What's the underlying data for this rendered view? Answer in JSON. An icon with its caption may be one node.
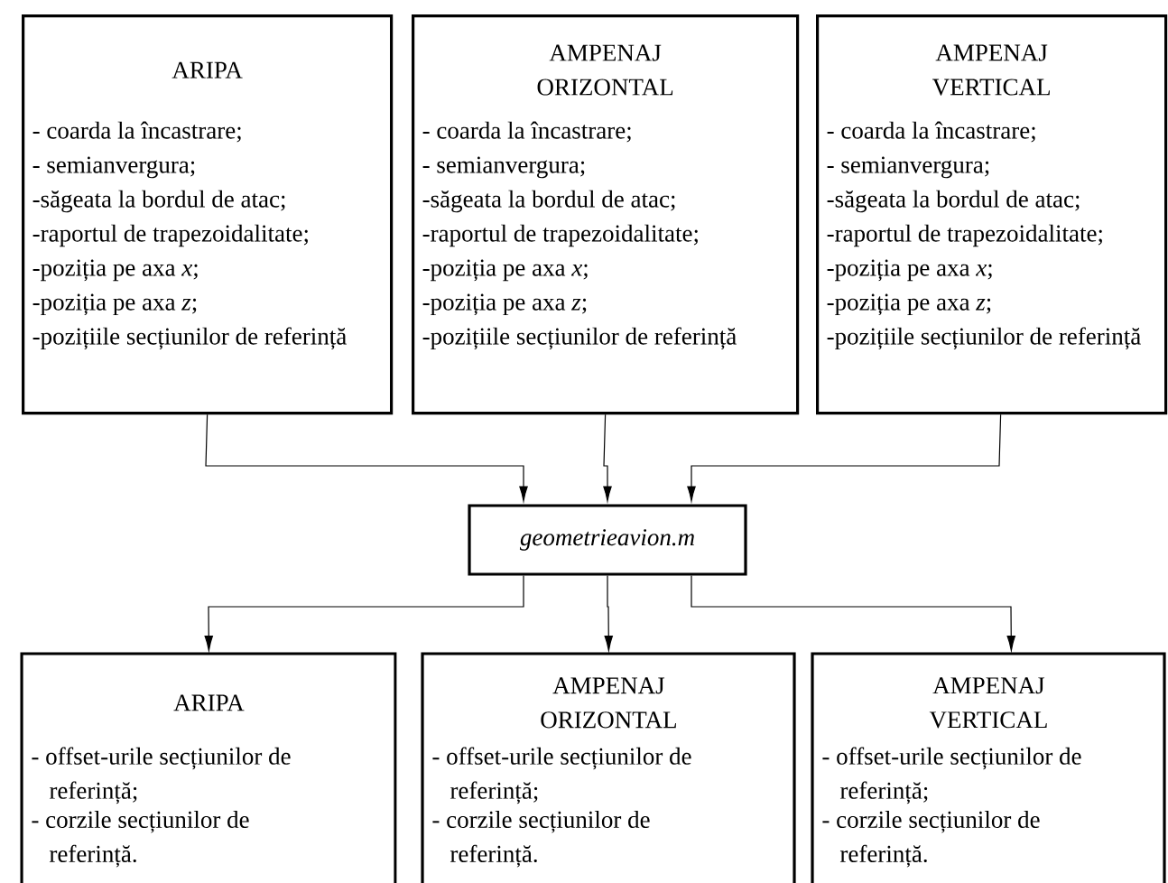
{
  "diagram": {
    "nodes": [
      {
        "text": [
          "ARIPA",
          "- coarda la încastrare;",
          "- semianvergura;",
          "-săgeata la bordul de atac;",
          "-raportul de trapezoidalitate;",
          "-poziția pe axa *x*;",
          "-poziția pe axa *z*;",
          "-pozițiile secțiunilor de referință"
        ]
      },
      {
        "text": [
          "AMPENAJ ORIZONTAL",
          "- coarda la încastrare;",
          "- semianvergura;",
          "-săgeata la bordul de atac;",
          "-raportul de trapezoidalitate;",
          "-poziția pe axa *x*;",
          "-poziția pe axa *z*;",
          "-pozițiile secțiunilor de referință"
        ]
      },
      {
        "text": [
          "AMPENAJ VERTICAL",
          "- coarda la încastrare;",
          "- semianvergura;",
          "-săgeata la bordul de atac;",
          "-raportul de trapezoidalitate;",
          "-poziția pe axa *x*;",
          "-poziția pe axa *z*;",
          "-pozițiile secțiunilor de referință"
        ]
      },
      {
        "text": [
          "geometrieavion.m"
        ]
      },
      {
        "text": [
          "ARIPA",
          "- offset-urile secțiunilor de referință;",
          "- corzile secțiunilor de referință."
        ]
      },
      {
        "text": [
          "AMPENAJ ORIZONTAL",
          "- offset-urile secțiunilor de referință;",
          "- corzile secțiunilor de referință."
        ]
      },
      {
        "text": [
          "AMPENAJ VERTICAL",
          "- offset-urile secțiunilor de referință;",
          "- corzile secțiunilor de referință."
        ]
      }
    ],
    "edges": [
      {
        "from": 0,
        "to": 3,
        "arrow": "to"
      },
      {
        "from": 1,
        "to": 3,
        "arrow": "to"
      },
      {
        "from": 2,
        "to": 3,
        "arrow": "to"
      },
      {
        "from": 3,
        "to": 4,
        "arrow": "to"
      },
      {
        "from": 3,
        "to": 5,
        "arrow": "to"
      },
      {
        "from": 3,
        "to": 6,
        "arrow": "to"
      }
    ]
  }
}
